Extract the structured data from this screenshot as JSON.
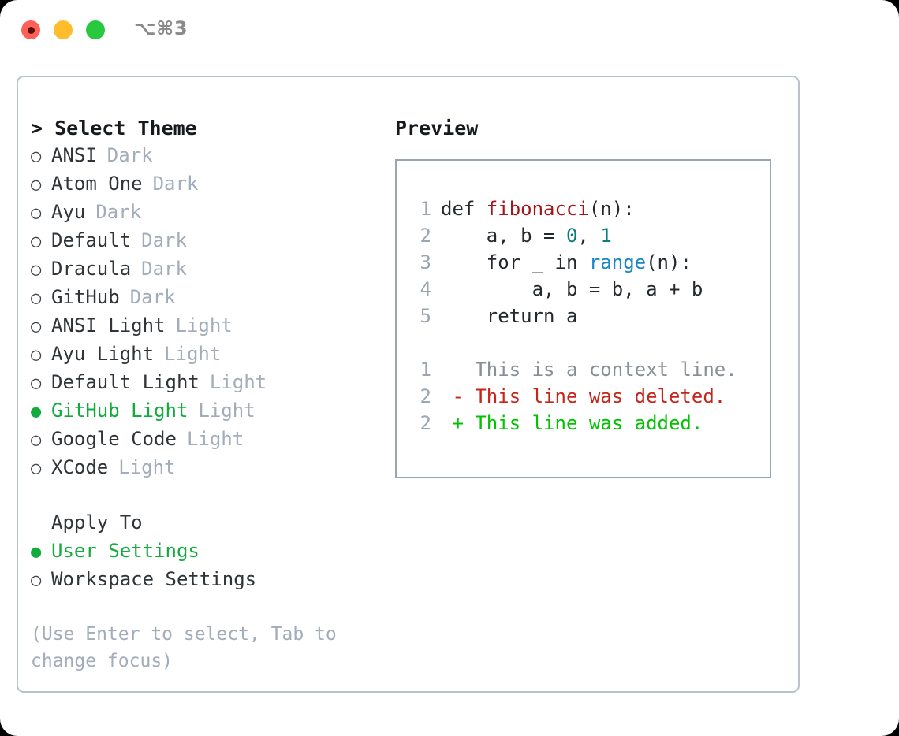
{
  "titlebar": {
    "shortcut": "⌥⌘3",
    "dots": [
      {
        "name": "close",
        "color": "#ff6057"
      },
      {
        "name": "minimize",
        "color": "#ffbd2e"
      },
      {
        "name": "maximize",
        "color": "#28c840"
      }
    ]
  },
  "theme_list": {
    "header": "> Select Theme",
    "bullet_unselected": "○",
    "bullet_selected": "●",
    "items": [
      {
        "name": "ANSI",
        "variant": "Dark",
        "selected": false
      },
      {
        "name": "Atom One",
        "variant": "Dark",
        "selected": false
      },
      {
        "name": "Ayu",
        "variant": "Dark",
        "selected": false
      },
      {
        "name": "Default",
        "variant": "Dark",
        "selected": false
      },
      {
        "name": "Dracula",
        "variant": "Dark",
        "selected": false
      },
      {
        "name": "GitHub",
        "variant": "Dark",
        "selected": false
      },
      {
        "name": "ANSI Light",
        "variant": "Light",
        "selected": false
      },
      {
        "name": "Ayu Light",
        "variant": "Light",
        "selected": false
      },
      {
        "name": "Default Light",
        "variant": "Light",
        "selected": false
      },
      {
        "name": "GitHub Light",
        "variant": "Light",
        "selected": true
      },
      {
        "name": "Google Code",
        "variant": "Light",
        "selected": false
      },
      {
        "name": "XCode",
        "variant": "Light",
        "selected": false
      }
    ]
  },
  "apply_to": {
    "header": "Apply To",
    "options": [
      {
        "name": "User Settings",
        "selected": true
      },
      {
        "name": "Workspace Settings",
        "selected": false
      }
    ]
  },
  "hint": "(Use Enter to select, Tab to change focus)",
  "preview": {
    "title": "Preview",
    "code_lines": [
      {
        "num": "1",
        "parts": [
          {
            "t": "def ",
            "c": "code-text"
          },
          {
            "t": "fibonacci",
            "c": "tok-fn"
          },
          {
            "t": "(n):",
            "c": "code-text"
          }
        ]
      },
      {
        "num": "2",
        "parts": [
          {
            "t": "    a, b = ",
            "c": "code-text"
          },
          {
            "t": "0",
            "c": "tok-num"
          },
          {
            "t": ", ",
            "c": "code-text"
          },
          {
            "t": "1",
            "c": "tok-num"
          }
        ]
      },
      {
        "num": "3",
        "parts": [
          {
            "t": "    for _ in ",
            "c": "code-text"
          },
          {
            "t": "range",
            "c": "tok-call"
          },
          {
            "t": "(n):",
            "c": "code-text"
          }
        ]
      },
      {
        "num": "4",
        "parts": [
          {
            "t": "        a, b = b, a + b",
            "c": "code-text"
          }
        ]
      },
      {
        "num": "5",
        "parts": [
          {
            "t": "    return a",
            "c": "code-text"
          }
        ]
      }
    ],
    "diff_lines": [
      {
        "num": "1",
        "parts": [
          {
            "t": "   This is a context line.",
            "c": "tok-ctx"
          }
        ]
      },
      {
        "num": "2",
        "parts": [
          {
            "t": " - This line was deleted.",
            "c": "tok-del"
          }
        ]
      },
      {
        "num": "2",
        "parts": [
          {
            "t": " + This line was added.",
            "c": "tok-add"
          }
        ]
      }
    ]
  },
  "colors": {
    "accent_green": "#12ab3e",
    "muted": "#a2acba",
    "panel_border": "#b9c2ce",
    "code_border": "#9aa5b1",
    "fn_red": "#a3151b",
    "num_teal": "#0b7c7c",
    "call_blue": "#1a85c4",
    "diff_del": "#c4261b",
    "diff_add": "#02c202"
  }
}
